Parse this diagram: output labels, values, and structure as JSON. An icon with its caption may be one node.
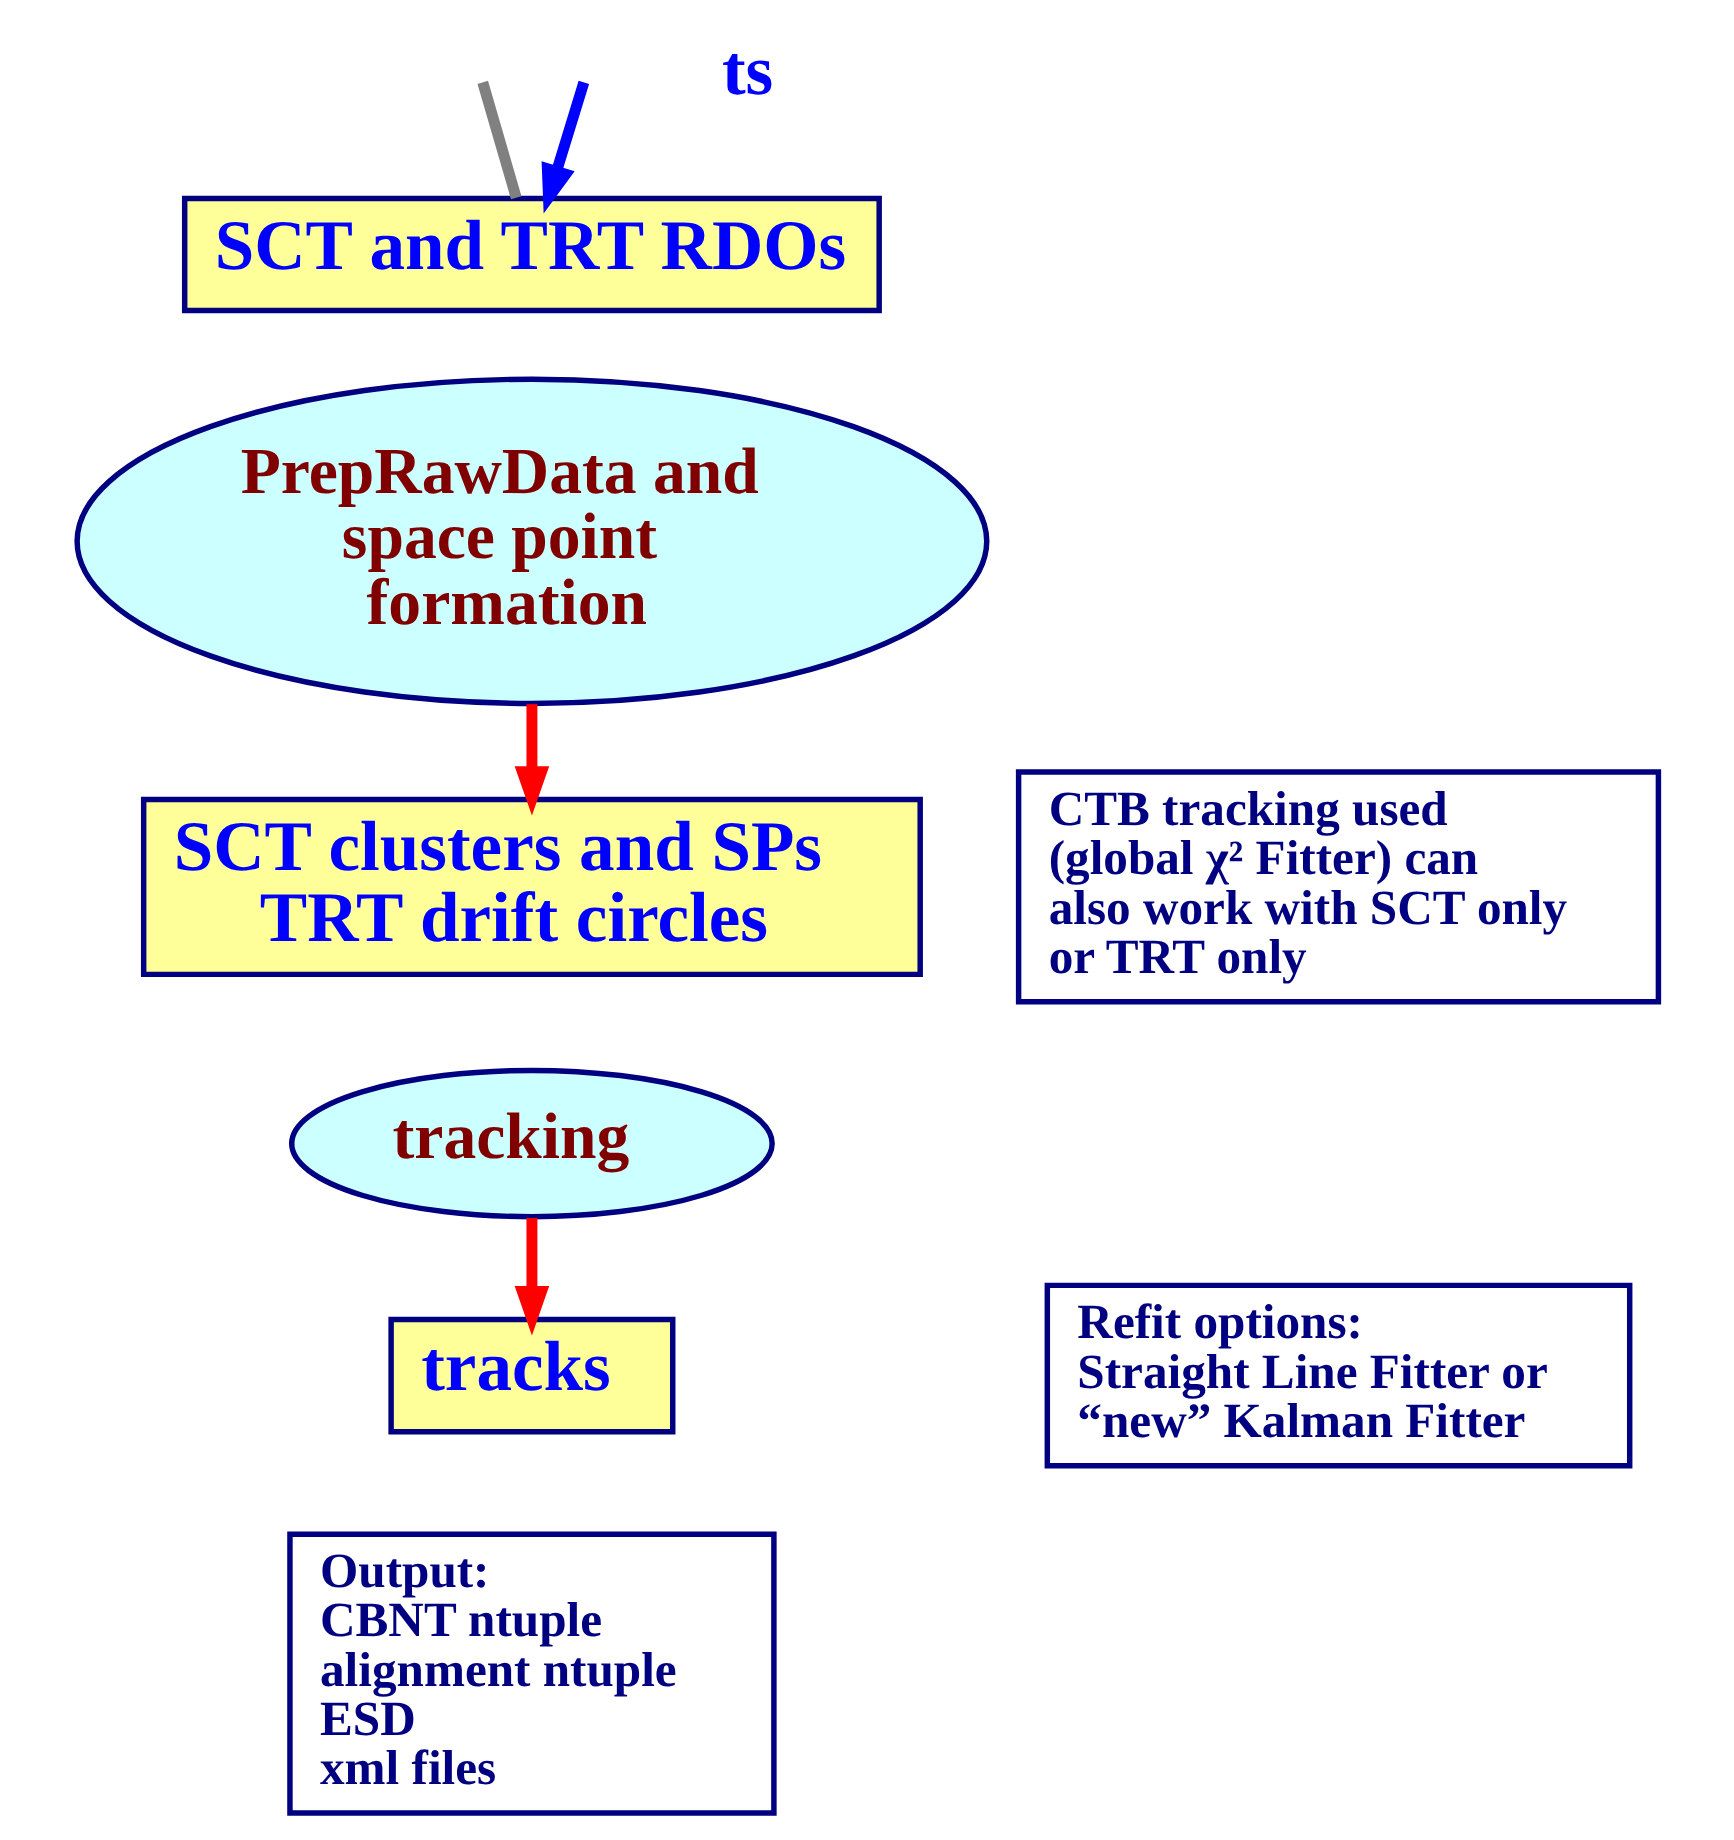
{
  "diagram": {
    "nodes": [
      {
        "text": [
          "SCT and TRT RDOs"
        ]
      },
      {
        "text": [
          "PrepRawData and space point formation"
        ]
      },
      {
        "text": [
          "SCT clusters and SPs TRT drift circles"
        ]
      },
      {
        "text": [
          "tracking"
        ]
      },
      {
        "text": [
          "tracks"
        ]
      },
      {
        "text": [
          "Output:",
          "CBNT ntuple",
          "alignment ntuple",
          "ESD",
          "xml files"
        ]
      },
      {
        "text": [
          "CTB tracking used (global χ² Fitter) can also work with SCT only or TRT only"
        ]
      },
      {
        "text": [
          "Refit options:",
          "Straight Line Fitter or “new” Kalman Fitter"
        ]
      }
    ],
    "edges": [
      {
        "from": null,
        "to": 0,
        "arrow": "none",
        "color": "#808080"
      },
      {
        "from": null,
        "to": 0,
        "arrow": "to",
        "color": "#0000ff"
      },
      {
        "from": 1,
        "to": 2,
        "arrow": "to",
        "color": "#ff0000"
      },
      {
        "from": 3,
        "to": 4,
        "arrow": "to",
        "color": "#ff0000"
      }
    ],
    "labels": [
      "ts"
    ]
  }
}
